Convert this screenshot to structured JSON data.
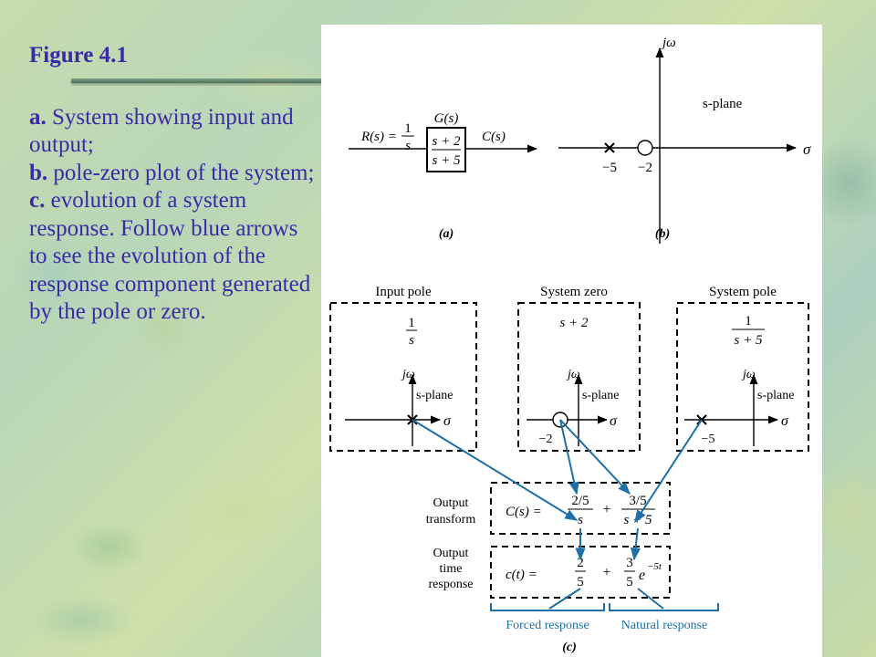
{
  "caption": {
    "figure_label": "Figure 4.1",
    "part_a_label": "a.",
    "part_a_text": " System showing input and output;",
    "part_b_label": "b.",
    "part_b_text": " pole-zero plot of the system;",
    "part_c_label": "c.",
    "part_c_text": " evolution of a system response. Follow blue arrows to see the evolution of the response component generated by the pole or zero."
  },
  "block_diagram": {
    "input_label": "R(s) =",
    "input_num": "1",
    "input_den": "s",
    "transfer_name": "G(s)",
    "tf_num": "s + 2",
    "tf_den": "s + 5",
    "output_label": "C(s)",
    "panel_label": "(a)"
  },
  "pole_zero_plot": {
    "vertical_axis": "jω",
    "horizontal_axis": "σ",
    "plane_label": "s-plane",
    "pole_value": "−5",
    "zero_value": "−2",
    "panel_label": "(b)"
  },
  "evolution": {
    "input_pole": {
      "title": "Input pole",
      "num": "1",
      "den": "s",
      "axis_v": "jω",
      "axis_h": "σ",
      "plane": "s-plane"
    },
    "system_zero": {
      "title": "System zero",
      "expr": "s + 2",
      "axis_v": "jω",
      "axis_h": "σ",
      "plane": "s-plane",
      "value": "−2"
    },
    "system_pole": {
      "title": "System pole",
      "num": "1",
      "den": "s + 5",
      "axis_v": "jω",
      "axis_h": "σ",
      "plane": "s-plane",
      "value": "−5"
    },
    "output_transform": {
      "label_line1": "Output",
      "label_line2": "transform",
      "lhs": "C(s) =",
      "term1_num": "2/5",
      "term1_den": "s",
      "plus": "+",
      "term2_num": "3/5",
      "term2_den": "s + 5"
    },
    "output_time": {
      "label_line1": "Output",
      "label_line2": "time",
      "label_line3": "response",
      "lhs": "c(t) =",
      "term1_num": "2",
      "term1_den": "5",
      "plus": "+",
      "term2_num": "3",
      "term2_den": "5",
      "term2_exp_base": "e",
      "term2_exp": "−5t"
    },
    "forced_label": "Forced response",
    "natural_label": "Natural response",
    "panel_label": "(c)"
  },
  "colors": {
    "caption_text": "#3a2aa8",
    "arrow_blue": "#1d6fa5"
  }
}
